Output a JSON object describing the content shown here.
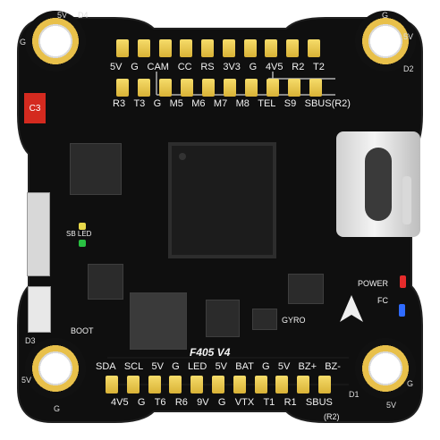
{
  "board": {
    "top_row": [
      "5V",
      "G",
      "CAM",
      "CC",
      "RS",
      "3V3",
      "G",
      "4V5",
      "R2",
      "T2"
    ],
    "second_row": [
      "R3",
      "T3",
      "G",
      "M5",
      "M6",
      "M7",
      "M8",
      "TEL",
      "S9",
      "SBUS(R2)"
    ],
    "bottom_upper_row": [
      "SDA",
      "SCL",
      "5V",
      "G",
      "LED",
      "5V",
      "BAT",
      "G",
      "5V",
      "BZ+",
      "BZ-"
    ],
    "bottom_lower_row": [
      "4V5",
      "G",
      "T6",
      "R6",
      "9V",
      "G",
      "VTX",
      "T1",
      "R1",
      "SBUS"
    ],
    "bottom_lower_suffix": "(R2)",
    "model": "F405 V4",
    "labels": {
      "c3": "C3",
      "boot": "BOOT",
      "sb_led": "SB LED",
      "gyro": "GYRO",
      "power": "POWER",
      "fc": "FC"
    },
    "corners": {
      "tl": [
        "D4",
        "5V",
        "G"
      ],
      "tr": [
        "G",
        "5V",
        "D2"
      ],
      "bl": [
        "D3",
        "5V",
        "G"
      ],
      "br": [
        "D1",
        "5V",
        "G"
      ]
    },
    "colors": {
      "board": "#0f0f0f",
      "pad": "#e8c24a",
      "mount": "#ffffff",
      "red_tag": "#d42a1f",
      "power_led": "#e52b2b",
      "fc_led": "#2f6bff",
      "green_led": "#29c142"
    }
  }
}
